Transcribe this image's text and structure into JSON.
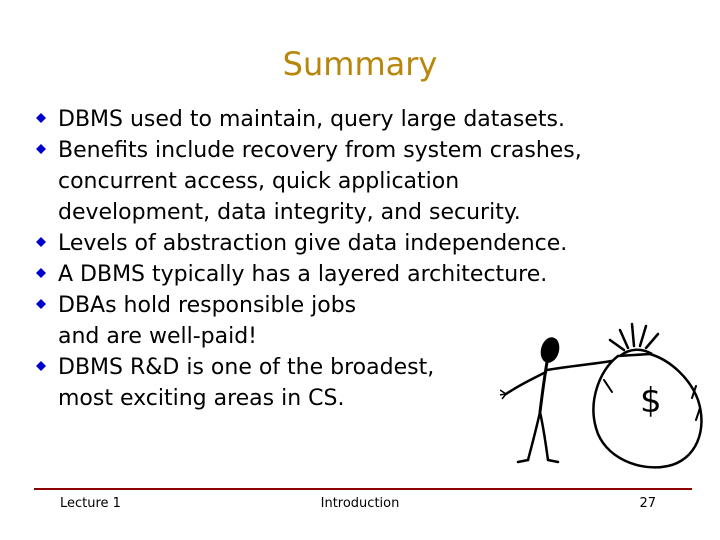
{
  "slide": {
    "title": "Summary",
    "accent_color": "#b8860b",
    "bullet_color": "#0000cc",
    "bullet_icon": "diamond-bullet-icon",
    "illustration_icon": "stick-figure-money-bag-icon",
    "illustration_text": "$",
    "bullets": [
      {
        "lines": [
          "DBMS used to maintain, query large datasets."
        ]
      },
      {
        "lines": [
          "Benefits include recovery from system crashes,",
          "concurrent access, quick application",
          "development, data integrity, and security."
        ]
      },
      {
        "lines": [
          "Levels of abstraction give data independence."
        ]
      },
      {
        "lines": [
          "A DBMS typically has a layered architecture."
        ]
      },
      {
        "lines": [
          "DBAs hold responsible jobs",
          "and are well-paid!"
        ]
      },
      {
        "lines": [
          "DBMS R&D is one of the broadest,",
          "most exciting areas in CS."
        ]
      }
    ]
  },
  "footer": {
    "left": "Lecture 1",
    "center": "Introduction",
    "right": "27"
  }
}
